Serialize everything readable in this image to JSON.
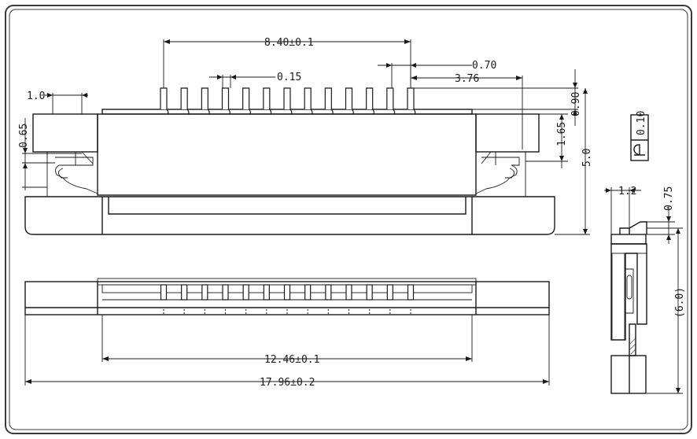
{
  "dimensions": {
    "pitch_span": "8.40±0.1",
    "pin_width": "0.15",
    "offset_070": "0.70",
    "offset_376": "3.76",
    "left_10": "1.0",
    "left_065": "0.65",
    "right_090": "0.90",
    "right_165": "1.65",
    "height_50": "5.0",
    "tol_box": "0.10",
    "side_12": "1.2",
    "side_075": "0.75",
    "side_60": "(6.0)",
    "inner_width": "12.46±0.1",
    "overall_width": "17.96±0.2"
  },
  "colors": {
    "line": "#1a1a1a",
    "background": "#ffffff",
    "frame": "#3a3a3a"
  },
  "pin_count": 13
}
